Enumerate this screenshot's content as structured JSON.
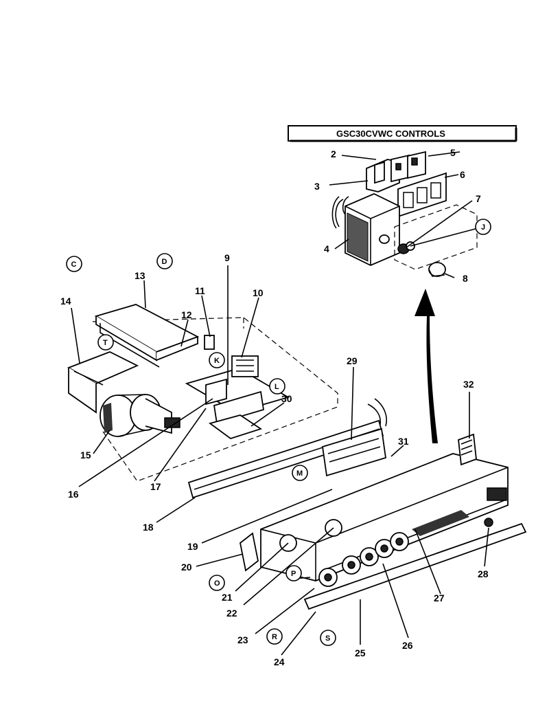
{
  "title": "GSC30CVWC CONTROLS",
  "callouts": [
    "2",
    "3",
    "4",
    "5",
    "6",
    "7",
    "8",
    "9",
    "10",
    "11",
    "12",
    "13",
    "14",
    "15",
    "16",
    "17",
    "18",
    "19",
    "20",
    "21",
    "22",
    "23",
    "24",
    "25",
    "26",
    "27",
    "28",
    "29",
    "30",
    "31",
    "32"
  ],
  "circle_refs": [
    "C",
    "D",
    "T",
    "K",
    "L",
    "J",
    "M",
    "O",
    "P",
    "R",
    "S"
  ]
}
